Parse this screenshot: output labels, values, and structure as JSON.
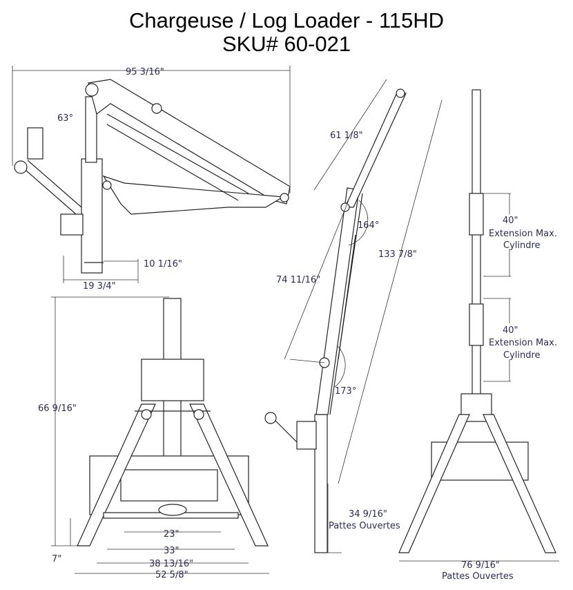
{
  "title": {
    "line1": "Chargeuse / Log Loader - 115HD",
    "line2": "SKU# 60-021"
  },
  "side_view": {
    "overall_length": "95 3/16\"",
    "angle": "63°",
    "mast_offset": "10 1/16\"",
    "base_depth": "19 3/4\""
  },
  "front_view": {
    "height": "66 9/16\"",
    "ground_clearance": "7\"",
    "width_23": "23\"",
    "width_33": "33\"",
    "width_38": "38 13/16\"",
    "width_52": "52 5/8\""
  },
  "raised_view": {
    "upper_boom": "61 1/8\"",
    "upper_angle": "164°",
    "reach": "133 7/8\"",
    "lower_boom": "74 11/16\"",
    "lower_angle": "173°",
    "legs_open": "34 9/16\"",
    "legs_open_label": "Pattes Ouvertes"
  },
  "extended_view": {
    "cyl1_stroke": "40\"",
    "cyl1_label1": "Extension Max.",
    "cyl1_label2": "Cylindre",
    "cyl2_stroke": "40\"",
    "cyl2_label1": "Extension Max.",
    "cyl2_label2": "Cylindre",
    "legs_open": "76 9/16\"",
    "legs_open_label": "Pattes Ouvertes"
  }
}
